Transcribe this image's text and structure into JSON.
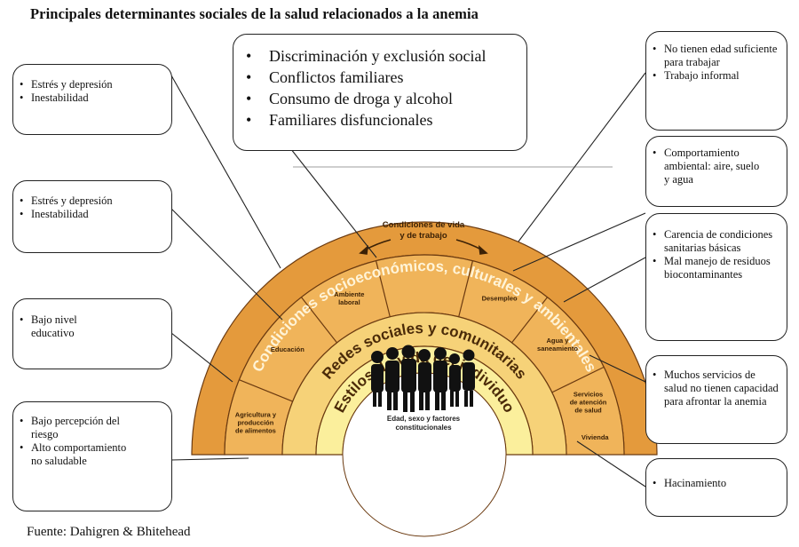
{
  "title": "Principales determinantes sociales de la salud relacionados a la anemia",
  "source": "Fuente: Dahigren & Bhitehead",
  "center": {
    "line1": "Edad, sexo y factores",
    "line2": "constitucionales"
  },
  "rings": {
    "outer": "Condiciones socioeconómicos, culturales y ambientales",
    "networks": "Redes sociales y comunitarias",
    "lifestyle": "Estilos de vida del individuo",
    "living": "Condiciones de vida y de trabajo",
    "living_line1": "Condiciones de vida",
    "living_line2": "y de trabajo"
  },
  "segments": {
    "agriculture": [
      "Agricultura y",
      "producción",
      "de alimentos"
    ],
    "education": [
      "Educación"
    ],
    "work_env": [
      "Ambiente",
      "laboral"
    ],
    "unemployment": [
      "Desempleo"
    ],
    "water": [
      "Agua y",
      "saneamiento"
    ],
    "health_services": [
      "Servicios",
      "de atención",
      "de salud"
    ],
    "housing": [
      "Vivienda"
    ]
  },
  "boxes": {
    "left1": [
      "Estrés y depresión",
      "Inestabilidad"
    ],
    "left2": [
      "Estrés y depresión",
      "Inestabilidad"
    ],
    "left3": [
      "Bajo nivel educativo"
    ],
    "left4": [
      "Bajo percepción del riesgo",
      "Alto comportamiento no saludable"
    ],
    "top": [
      "Discriminación y exclusión social",
      "Conflictos familiares",
      "Consumo de droga y alcohol",
      "Familiares disfuncionales"
    ],
    "right1": [
      "No tienen edad suficiente para trabajar",
      "Trabajo informal"
    ],
    "right2": [
      "Comportamiento ambiental: aire, suelo y agua"
    ],
    "right3": [
      "Carencia de condiciones sanitarias básicas",
      "Mal manejo de residuos biocontaminantes"
    ],
    "right4": [
      "Muchos servicios de salud no tienen capacidad para afrontar la anemia"
    ],
    "right5": [
      "Hacinamiento"
    ]
  },
  "colors": {
    "outer_ring": "#e49a3c",
    "seg_ring": "#f0b45a",
    "seg_ring_alt": "#e5a040",
    "networks_ring": "#f6d278",
    "lifestyle_ring": "#fbef9c",
    "inner_ring": "#fdf7c4",
    "center": "#ffffff",
    "outline": "#6b3a10"
  }
}
